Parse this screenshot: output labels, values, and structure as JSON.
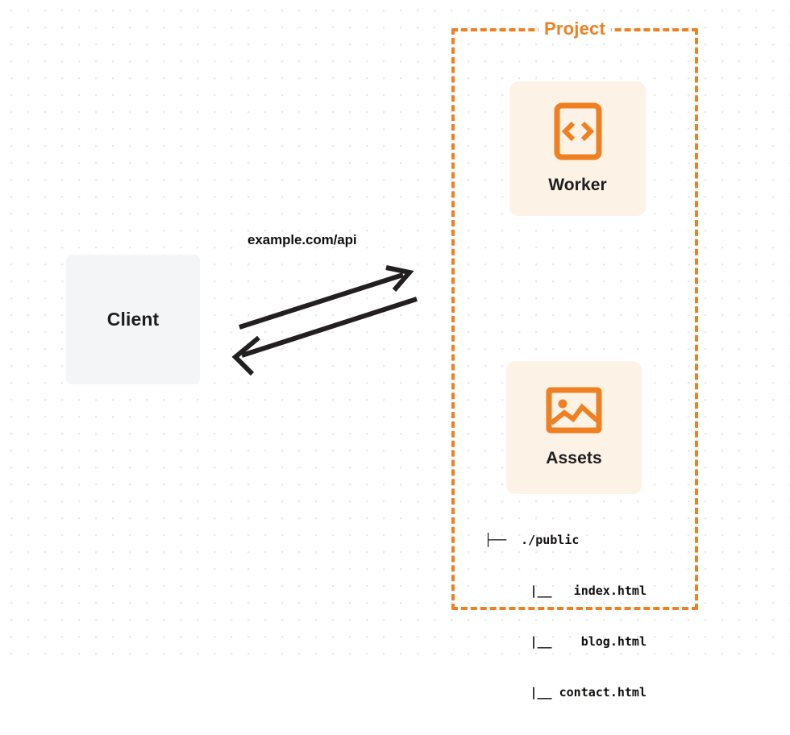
{
  "diagram": {
    "title": "Cloudflare Worker with static assets architecture",
    "background": {
      "dot_color": "#e9e9ea",
      "page_color": "#ffffff"
    },
    "client": {
      "label": "Client",
      "fill_color": "#f4f5f7",
      "text_color": "#1d1d1f"
    },
    "connection": {
      "label": "example.com/api",
      "stroke_color": "#231f20",
      "request_direction": "client-to-project",
      "response_direction": "project-to-client"
    },
    "project": {
      "label": "Project",
      "border_color": "#ef8022",
      "border_style": "dashed",
      "cards": [
        {
          "label": "Worker",
          "icon": "code-brackets-icon",
          "fill_color": "#fdf2e6",
          "icon_color": "#ef8022"
        },
        {
          "label": "Assets",
          "icon": "image-photo-icon",
          "fill_color": "#fdf2e6",
          "icon_color": "#ef8022"
        }
      ],
      "file_tree": {
        "root": "├──  ./public",
        "children": [
          "|__   index.html",
          "|__    blog.html",
          "|__ contact.html"
        ]
      }
    }
  }
}
